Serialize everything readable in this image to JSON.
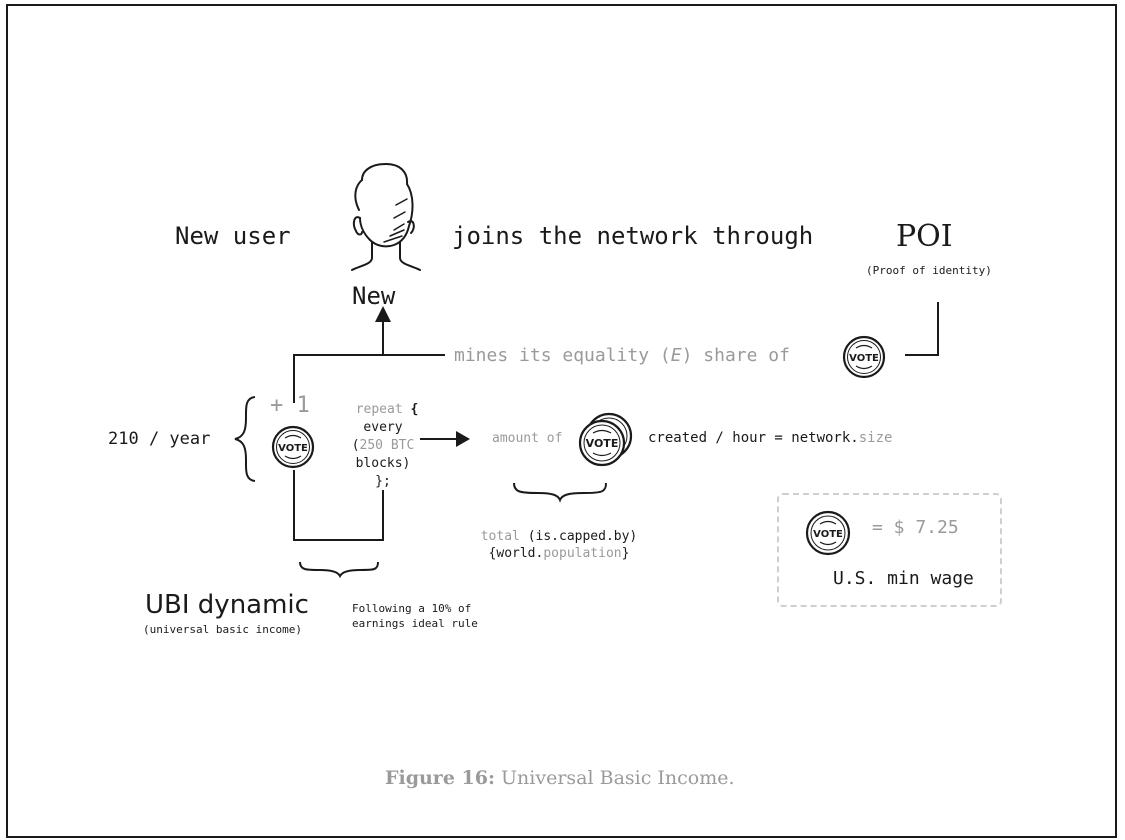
{
  "header": {
    "new_user": "New user",
    "joins": "joins the network through",
    "poi": "POI",
    "poi_sub": "(Proof of identity)",
    "head_label": "New"
  },
  "mine_line": {
    "prefix": "mines its equality (",
    "e": "E",
    "suffix": ") share of"
  },
  "ubi": {
    "rate": "210 / year",
    "plus_one": "+ 1",
    "repeat_kw": "repeat",
    "open_brace": "{",
    "every": "every",
    "btc_open": "(",
    "btc_num": "250 BTC",
    "blocks": "blocks)",
    "close": "};",
    "title": "UBI dynamic",
    "subtitle": "(universal basic income)",
    "rule_line1": "Following a 10% of",
    "rule_line2": "earnings ideal rule"
  },
  "creation": {
    "amount_of": "amount of",
    "created": "created / hour = network.",
    "size": "size",
    "total_prefix": "total",
    "total_expr": "(is.capped.by)",
    "world_open": "{world.",
    "population": "population",
    "world_close": "}"
  },
  "wage": {
    "equals": "= $ 7.25",
    "label": "U.S. min wage"
  },
  "coin": {
    "label": "VOTE"
  },
  "caption": {
    "label": "Figure 16:",
    "text": " Universal Basic Income."
  }
}
